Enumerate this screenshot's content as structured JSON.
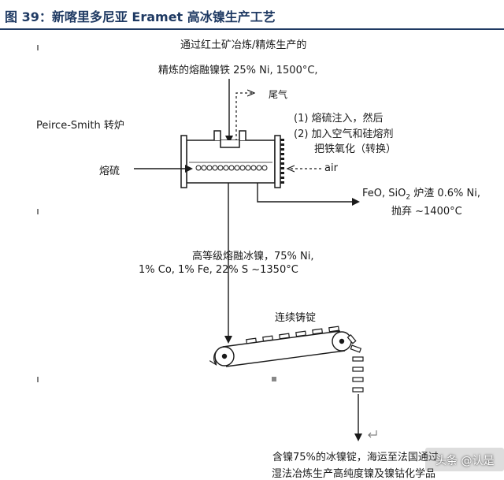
{
  "header": {
    "title": "图 39：新喀里多尼亚 Eramet 高冰镍生产工艺"
  },
  "diagram": {
    "input_line1": "通过红土矿冶炼/精炼生产的",
    "input_line2": "精炼的熔融镍铁 25% Ni, 1500°C,",
    "exhaust": "尾气",
    "converter": "Peirce-Smith 转炉",
    "step1": "(1) 熔硫注入，然后",
    "step2": "(2) 加入空气和硅熔剂",
    "step2b": "把铁氧化（转换）",
    "sulfur": "熔硫",
    "air": "air",
    "slag_line1_pre": "FeO, SiO",
    "slag_sub": "2",
    "slag_line1_post": " 炉渣  0.6% Ni,",
    "slag_line2": "抛弃  ~1400°C",
    "matte_line1": "高等级熔融冰镍，75% Ni,",
    "matte_line2": "1% Co, 1% Fe, 22% S ~1350°C",
    "casting": "连续铸锭",
    "output_line1": "含镍75%的冰镍锭，海运至法国通过",
    "output_line2": "湿法冶炼生产高纯度镍及镍钴化学品"
  },
  "watermark": {
    "text": "头条 @认是"
  },
  "colors": {
    "header": "#1f3a63",
    "line": "#1a1a1a"
  }
}
